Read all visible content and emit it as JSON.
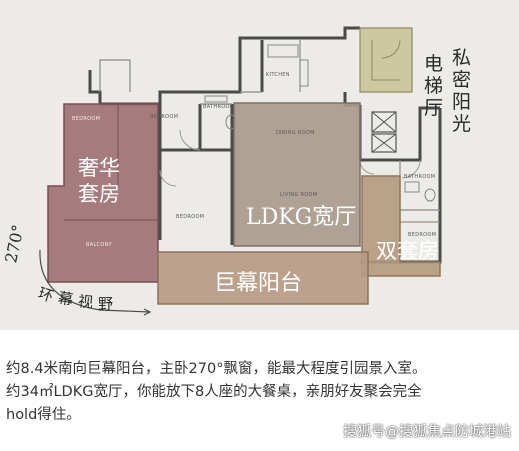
{
  "floorplan": {
    "large_labels": {
      "luxury_suite": [
        "奢华",
        "套房"
      ],
      "ldkg_hall": "LDKG宽厅",
      "double_suite": "双套房",
      "giant_balcony": "巨幕阳台",
      "elevator_hall": [
        "电",
        "梯",
        "厅"
      ],
      "private_lobby": [
        "私",
        "密",
        "阳",
        "光"
      ],
      "panorama_degree": "270°",
      "panorama_text": [
        "环",
        "幕",
        "视",
        "野"
      ]
    },
    "room_tags": {
      "bedroom_master": "BEDROOM",
      "balcony_master": "BALCONY",
      "bedroom_top": "BEDROOM",
      "bathroom_top": "BATHROOM",
      "kitchen": "KITCHEN",
      "dining": "DINING ROOM",
      "living": "LIVING ROOM",
      "bedroom_mid": "BEDROOM",
      "bedroom_right": "BEDROOM",
      "bathroom_right": "BATHROOM"
    },
    "colors": {
      "background": "#ecebe7",
      "luxury_suite": "#9b6b6f",
      "ldkg_hall": "#a89a8c",
      "double_suite": "#b49a7e",
      "giant_balcony": "#b79a84",
      "private_lobby": "#c9c49a"
    }
  },
  "caption": {
    "line1": "约8.4米南向巨幕阳台，主卧270°飘窗，能最大程度引园景入室。",
    "line2": "约34㎡LDKG宽厅，你能放下8人座的大餐桌，亲朋好友聚会完全",
    "line3": "hold得住。"
  },
  "watermark": "搜狐号@搜狐焦点防城港站"
}
